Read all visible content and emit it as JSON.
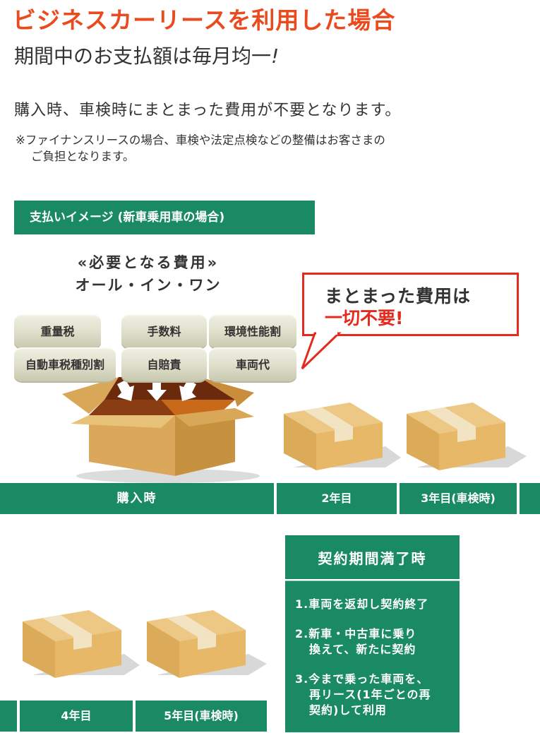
{
  "heading": {
    "title": "ビジネスカーリースを利用した場合",
    "subtitle": "期間中のお支払額は毎月均一",
    "subtitle_mark": "!"
  },
  "lead": "購入時、車検時にまとまった費用が不要となります。",
  "notes": {
    "line1": "※ファイナンスリースの場合、車検や法定点検などの整備はお客さまの",
    "line2": "ご負担となります。"
  },
  "image_header": "支払いイメージ (新車乗用車の場合)",
  "costs": {
    "title": "«必要となる費用»",
    "subtitle": "オール・イン・ワン",
    "items": [
      "重量税",
      "手数料",
      "環境性能割",
      "自動車税種別割",
      "自賠責",
      "車両代"
    ]
  },
  "bubble": {
    "line1": "まとまった費用は",
    "line2": "一切不要!"
  },
  "timeline_top": {
    "purchase": "購入時",
    "year2": "2年目",
    "year3": "3年目(車検時)"
  },
  "timeline_bottom": {
    "year4": "4年目",
    "year5": "5年目(車検時)"
  },
  "contract_end": {
    "title": "契約期間満了時",
    "option1": "1.車両を返却し契約終了",
    "option2_line1": "2.新車・中古車に乗り",
    "option2_line2": "換えて、新たに契約",
    "option3_line1": "3.今まで乗った車両を、",
    "option3_line2": "再リース(1年ごとの再",
    "option3_line3": "契約)して利用"
  },
  "colors": {
    "title_orange": "#ea4b1e",
    "brand_green": "#1a8a64",
    "bubble_red": "#e32a1c",
    "box_tan": "#e2b870"
  }
}
